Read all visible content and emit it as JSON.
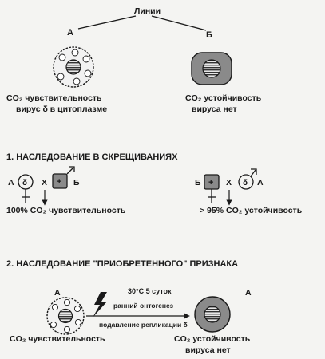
{
  "top": {
    "lines_label": "Линии",
    "line_a": "А",
    "line_b": "Б",
    "a_caption_1": "CO₂ чувствительность",
    "a_caption_2": "вирус δ в цитоплазме",
    "b_caption_1": "CO₂ устойчивость",
    "b_caption_2": "вируса нет"
  },
  "section1": {
    "heading": "1. НАСЛЕДОВАНИЕ В СКРЕЩИВАНИЯХ",
    "cross_left": {
      "mother_line": "А",
      "mother_symbol": "δ",
      "times": "X",
      "father_symbol": "+",
      "father_line": "Б",
      "result": "100% CO₂ чувствительность"
    },
    "cross_right": {
      "mother_line": "Б",
      "mother_symbol": "+",
      "times": "X",
      "father_symbol": "δ",
      "father_line": "А",
      "result": "> 95% CO₂ устойчивость"
    }
  },
  "section2": {
    "heading": "2. НАСЛЕДОВАНИЕ \"ПРИОБРЕТЕННОГО\" ПРИЗНАКА",
    "left_line": "А",
    "right_line": "А",
    "condition": "30°C  5 суток",
    "arrow_top": "ранний онтогенез",
    "arrow_bottom": "подавление репликации δ",
    "left_caption": "CO₂ чувствительность",
    "right_caption_1": "CO₂ устойчивость",
    "right_caption_2": "вируса нет"
  },
  "colors": {
    "ink": "#1a1a1a",
    "background": "#f4f4f2",
    "cell_gray": "#8a8a8a",
    "nucleus_dark": "#3a3a3a"
  }
}
